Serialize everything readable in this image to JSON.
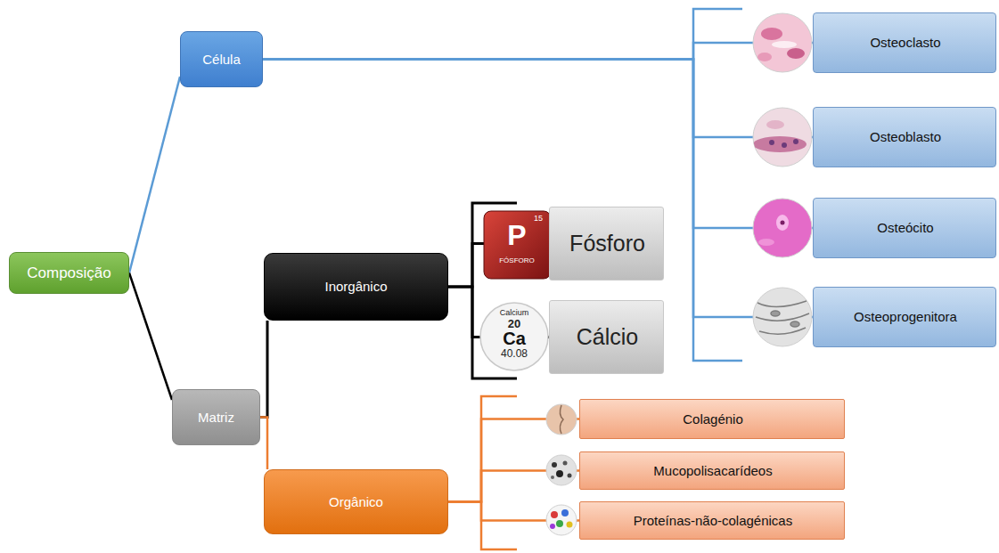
{
  "diagram": {
    "nodes": [
      {
        "text": [
          "Composição"
        ]
      },
      {
        "text": [
          "Célula"
        ]
      },
      {
        "text": [
          "Osteoclasto"
        ]
      },
      {
        "text": [
          "Osteoblasto"
        ]
      },
      {
        "text": [
          "Osteócito"
        ]
      },
      {
        "text": [
          "Osteoprogenitora"
        ]
      },
      {
        "text": [
          "Matriz"
        ]
      },
      {
        "text": [
          "Inorgânico"
        ]
      },
      {
        "text": [
          "Fósforo"
        ]
      },
      {
        "text": [
          "Cálcio"
        ]
      },
      {
        "text": [
          "Orgânico"
        ]
      },
      {
        "text": [
          "Colagénio"
        ]
      },
      {
        "text": [
          "Mucopolisacarídeos"
        ]
      },
      {
        "text": [
          "Proteínas-não-colagénicas"
        ]
      }
    ],
    "edges": [
      {
        "from": 0,
        "to": 1,
        "arrow": "none"
      },
      {
        "from": 0,
        "to": 6,
        "arrow": "none"
      },
      {
        "from": 1,
        "to": 2,
        "arrow": "none"
      },
      {
        "from": 1,
        "to": 3,
        "arrow": "none"
      },
      {
        "from": 1,
        "to": 4,
        "arrow": "none"
      },
      {
        "from": 1,
        "to": 5,
        "arrow": "none"
      },
      {
        "from": 6,
        "to": 7,
        "arrow": "none"
      },
      {
        "from": 6,
        "to": 10,
        "arrow": "none"
      },
      {
        "from": 7,
        "to": 8,
        "arrow": "none"
      },
      {
        "from": 7,
        "to": 9,
        "arrow": "none"
      },
      {
        "from": 10,
        "to": 11,
        "arrow": "none"
      },
      {
        "from": 10,
        "to": 12,
        "arrow": "none"
      },
      {
        "from": 10,
        "to": 13,
        "arrow": "none"
      }
    ],
    "labels": [
      "15",
      "P",
      "FÓSFORO",
      "Calcium",
      "20",
      "Ca",
      "40.08"
    ]
  }
}
